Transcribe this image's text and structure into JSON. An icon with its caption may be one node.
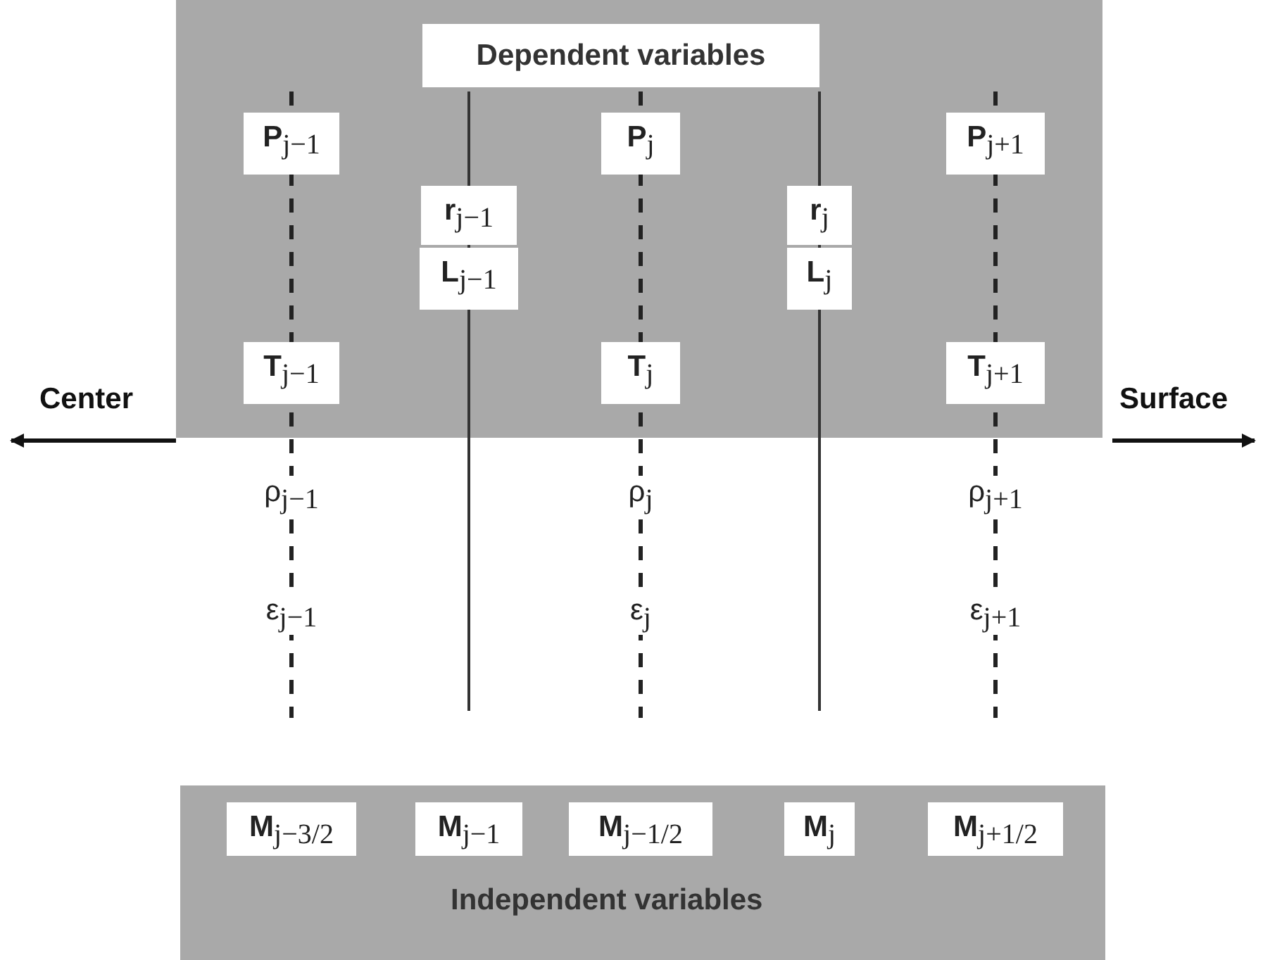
{
  "diagram": {
    "nodes": [
      {
        "text": [
          "Dependent variables"
        ]
      },
      {
        "text": [
          "P$_{j−1}$"
        ],
        "in": 0
      },
      {
        "text": [
          "P$_{j}$"
        ],
        "in": 0
      },
      {
        "text": [
          "P$_{j+1}$"
        ],
        "in": 0
      },
      {
        "text": [
          "r$_{j−1}$"
        ],
        "in": 0
      },
      {
        "text": [
          "r$_{j}$"
        ],
        "in": 0
      },
      {
        "text": [
          "L$_{j−1}$"
        ],
        "in": 0
      },
      {
        "text": [
          "L$_{j}$"
        ],
        "in": 0
      },
      {
        "text": [
          "T$_{j−1}$"
        ],
        "in": 0
      },
      {
        "text": [
          "T$_{j}$"
        ],
        "in": 0
      },
      {
        "text": [
          "T$_{j+1}$"
        ],
        "in": 0
      },
      {
        "text": [
          "Independent variables"
        ]
      },
      {
        "text": [
          "M$_{j−3/2}$"
        ],
        "in": 11
      },
      {
        "text": [
          "M$_{j−1}$"
        ],
        "in": 11
      },
      {
        "text": [
          "M$_{j−1/2}$"
        ],
        "in": 11
      },
      {
        "text": [
          "M$_{j}$"
        ],
        "in": 11
      },
      {
        "text": [
          "M$_{j+1/2}$"
        ],
        "in": 11
      }
    ],
    "edges": [],
    "labels": [
      "Center",
      "Surface",
      "ρ$_{j−1}$",
      "ρ$_{j}$",
      "ρ$_{j+1}$",
      "ε$_{j−1}$",
      "ε$_{j}$",
      "ε$_{j+1}$"
    ]
  }
}
